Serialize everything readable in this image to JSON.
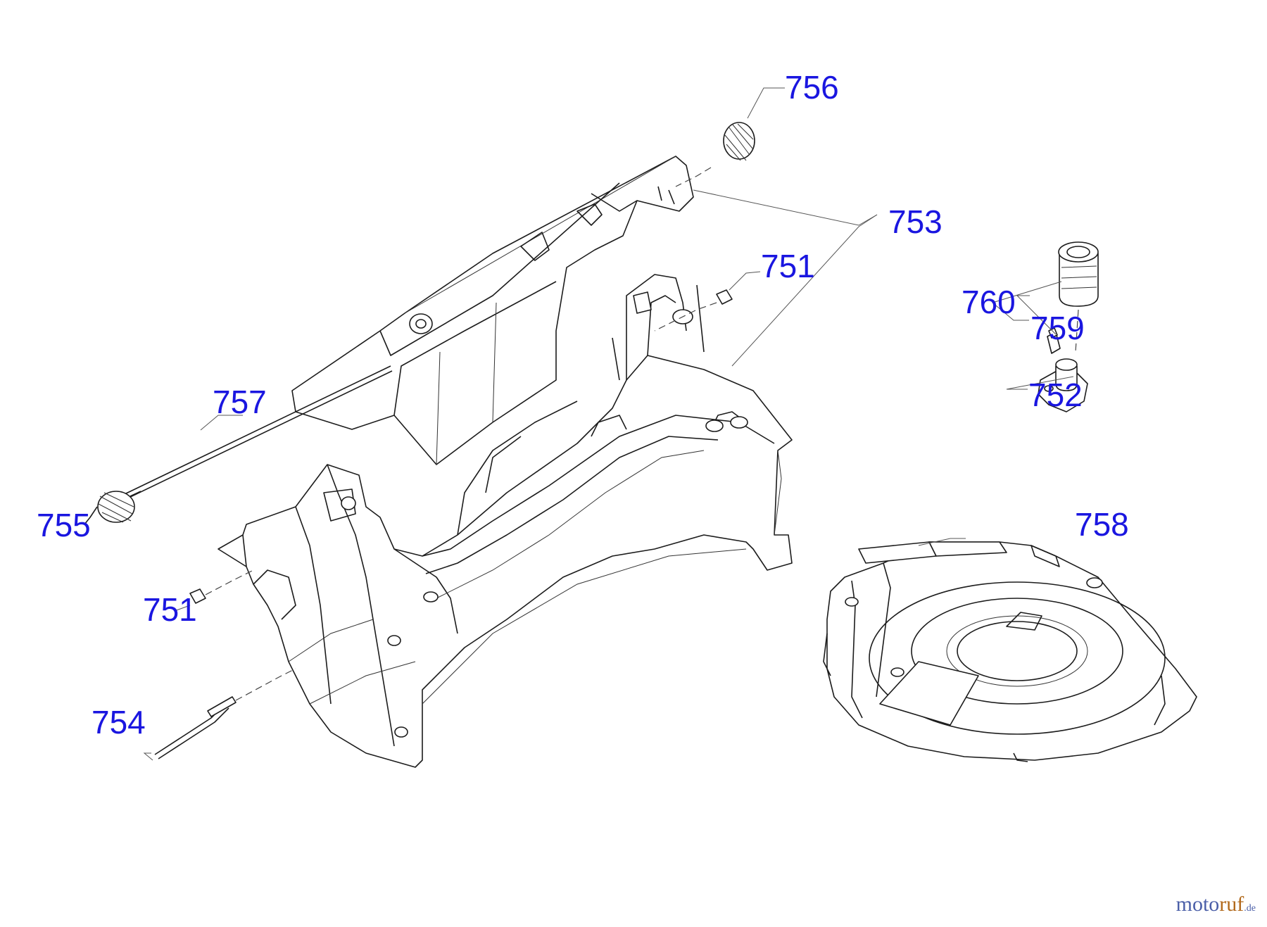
{
  "callouts": {
    "p751a": "751",
    "p751b": "751",
    "p752": "752",
    "p753": "753",
    "p754": "754",
    "p755": "755",
    "p756": "756",
    "p757": "757",
    "p758": "758",
    "p759": "759",
    "p760": "760"
  },
  "watermark": {
    "main": "moto",
    "accent": "ruf",
    "suffix": ".de"
  },
  "colors": {
    "callout": "#1a16e0",
    "line": "#1c1c1c",
    "watermark_blue": "#4b5fa8",
    "watermark_orange": "#b26a1d"
  }
}
